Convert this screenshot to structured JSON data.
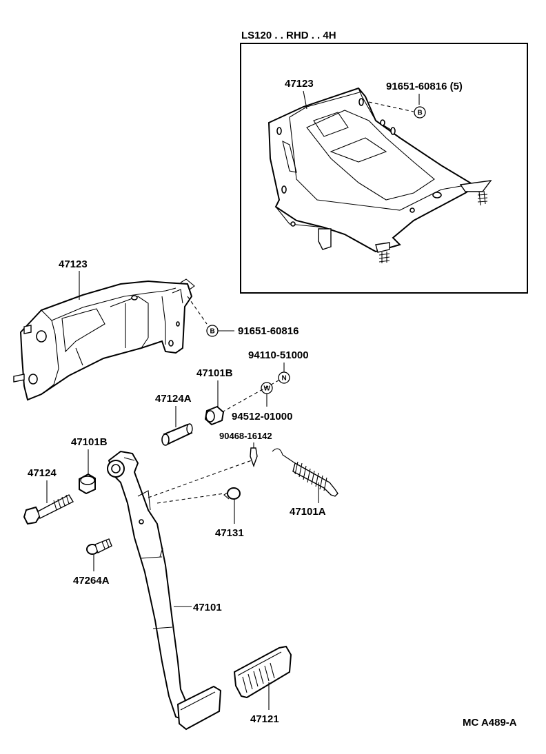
{
  "inset": {
    "title": "LS120 . . RHD . . 4H",
    "label_bracket": "47123",
    "label_bolt": "91651-60816 (5)",
    "symbol_bolt": "B"
  },
  "labels": {
    "bracket": "47123",
    "bracket_bolt": "91651-60816",
    "bracket_bolt_symbol": "B",
    "nut": "94110-51000",
    "nut_symbol": "N",
    "washer": "94512-01000",
    "washer_symbol": "W",
    "bushing_upper": "47101B",
    "bushing_lower": "47101B",
    "collar": "47124A",
    "pin": "90468-16142",
    "bolt": "47124",
    "stopper": "47131",
    "spring": "47101A",
    "stud": "47264A",
    "pedal_arm": "47101",
    "pedal_pad": "47121"
  },
  "footer": {
    "code": "MC  A489-A"
  }
}
